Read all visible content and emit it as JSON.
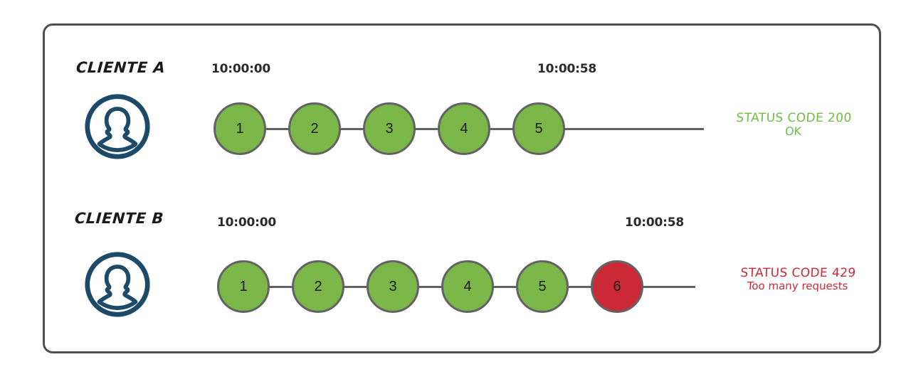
{
  "diagram": {
    "title_visible": false,
    "frame": {
      "border_color": "#4f4f4f"
    },
    "colors": {
      "node_ok": "#7ab648",
      "node_error": "#cc2936",
      "node_stroke": "#636363",
      "avatar": "#1c4a68",
      "status_ok": "#6fbe44",
      "status_error": "#cc2936",
      "text": "#1a1a1a"
    },
    "rows": [
      {
        "id": "cliente-a",
        "label": "CLIENTE A",
        "avatar_icon": "user-avatar-icon",
        "time_start": "10:00:00",
        "time_end": "10:00:58",
        "nodes": [
          {
            "label": "1",
            "state": "ok"
          },
          {
            "label": "2",
            "state": "ok"
          },
          {
            "label": "3",
            "state": "ok"
          },
          {
            "label": "4",
            "state": "ok"
          },
          {
            "label": "5",
            "state": "ok"
          }
        ],
        "status": {
          "state": "ok",
          "line1": "STATUS CODE 200",
          "line2": "OK"
        }
      },
      {
        "id": "cliente-b",
        "label": "CLIENTE B",
        "avatar_icon": "user-avatar-icon",
        "time_start": "10:00:00",
        "time_end": "10:00:58",
        "nodes": [
          {
            "label": "1",
            "state": "ok"
          },
          {
            "label": "2",
            "state": "ok"
          },
          {
            "label": "3",
            "state": "ok"
          },
          {
            "label": "4",
            "state": "ok"
          },
          {
            "label": "5",
            "state": "ok"
          },
          {
            "label": "6",
            "state": "error"
          }
        ],
        "status": {
          "state": "error",
          "line1": "STATUS CODE 429",
          "line2": "Too many requests"
        }
      }
    ]
  }
}
